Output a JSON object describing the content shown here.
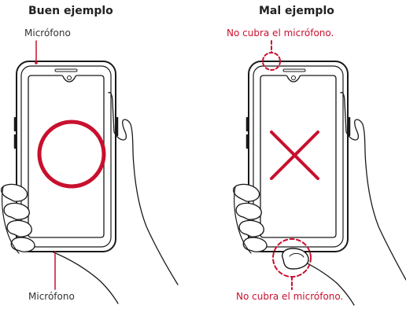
{
  "good": {
    "heading": "Buen ejemplo",
    "mic_top_label": "Micrófono",
    "mic_bottom_label": "Micrófono"
  },
  "bad": {
    "heading": "Mal ejemplo",
    "warning_top": "No cubra el micrófono.",
    "warning_bottom": "No cubra el micrófono."
  },
  "colors": {
    "accent": "#c8102e",
    "line": "#1a1a1a"
  },
  "icons": {
    "good_mark": "circle-icon",
    "bad_mark": "cross-icon"
  }
}
